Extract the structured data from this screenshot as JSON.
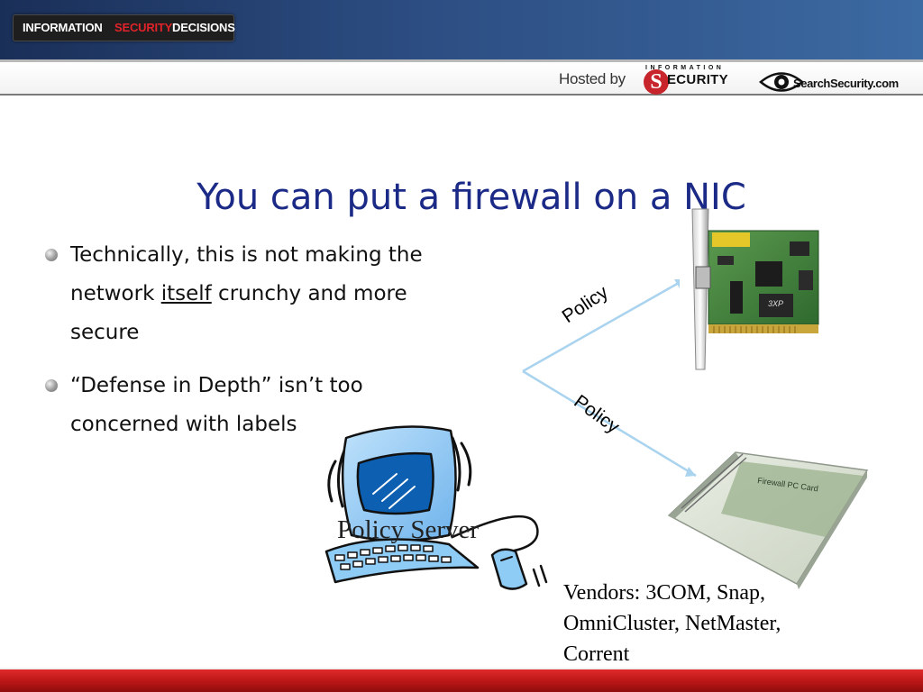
{
  "header": {
    "logo": {
      "word1": "INFORMATION",
      "word2": "SECURITY",
      "word3": "DECISIONS"
    }
  },
  "sponsors": {
    "hosted_by": "Hosted by",
    "infosec_tagline": "INFORMATION",
    "infosec_letter": "S",
    "infosec_word": "ECURITY",
    "searchsecurity": "SearchSecurity.com"
  },
  "slide": {
    "title": "You can put a firewall on a NIC",
    "bullets": [
      {
        "before": "Technically, this is not making the network ",
        "underlined": "itself",
        "after": " crunchy and more secure"
      },
      {
        "text": "“Defense in Depth” isn’t too concerned with labels"
      }
    ],
    "diagram": {
      "policy_label_1": "Policy",
      "policy_label_2": "Policy",
      "server_label": "Policy Server",
      "pc_card_text": "Firewall PC Card",
      "vendors": "Vendors: 3COM, Snap, OmniCluster, NetMaster, Corrent"
    }
  },
  "colors": {
    "header_blue": "#2c4d82",
    "title_blue": "#1b2a86",
    "accent_red": "#d42020",
    "arrow_blue": "#a9d3ee",
    "pcb_green": "#3f7f3a"
  }
}
